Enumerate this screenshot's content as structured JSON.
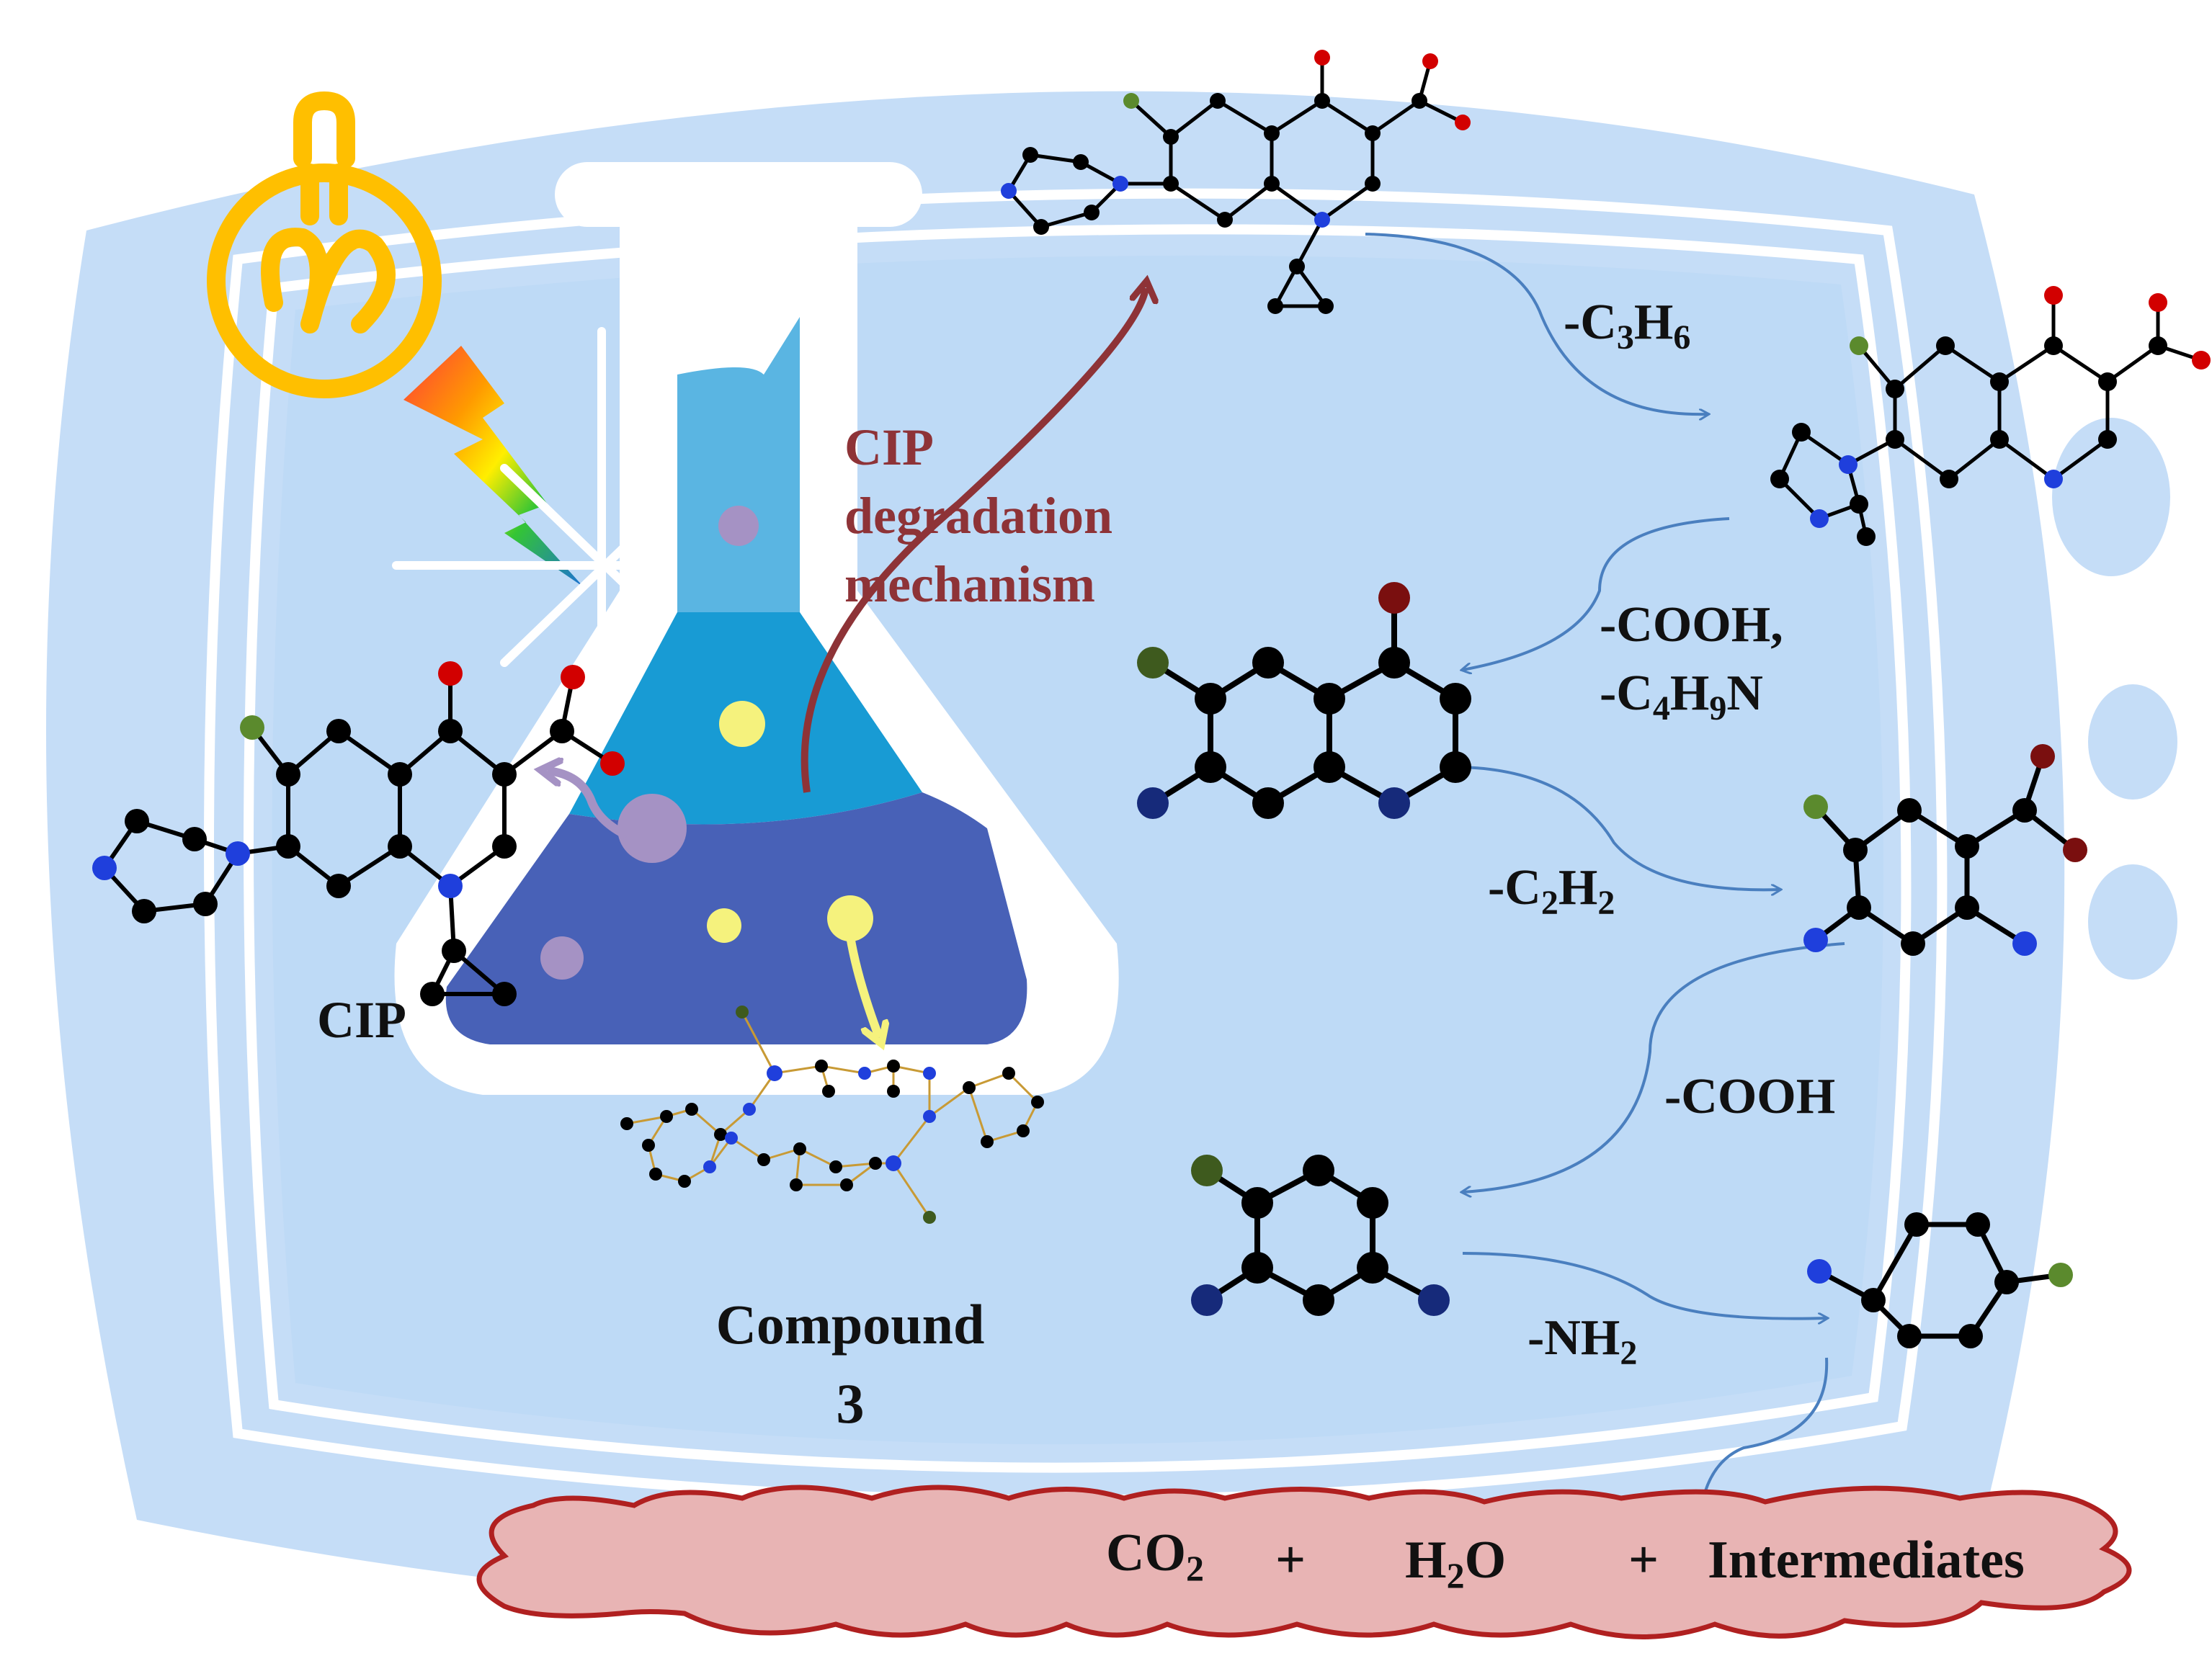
{
  "colors": {
    "bg_blue": "#c5ddf7",
    "frame_blue": "#c5ddf7",
    "window_blue": "#bedaf6",
    "arrow_blue": "#4a7fbf",
    "arrow_red": "#8e3337",
    "atom_c": "#000000",
    "atom_o": "#d20000",
    "atom_o_dark": "#7a0f0f",
    "atom_n": "#1f3fdc",
    "atom_n_dark": "#162a7a",
    "atom_f": "#5b8a2d",
    "atom_f_dark": "#3e5a1e",
    "cloud_fill": "#e8b4b4",
    "cloud_edge": "#b02020",
    "bulb": "#ffbf00",
    "flask_top": "#5ab5e2",
    "flask_mid": "#189bd4",
    "flask_bottom": "#4861b7"
  },
  "icons": [
    "light-bulb-icon",
    "lightning-bolt-icon",
    "sparkle-icon",
    "conical-flask-icon"
  ],
  "labels": {
    "cip": "CIP",
    "compound": "Compound",
    "compound_no": "3",
    "mechanism_1": "CIP",
    "mechanism_2": "degradation",
    "mechanism_3": "mechanism"
  },
  "steps": {
    "s1": {
      "prefix": "-C",
      "sub1": "3",
      "mid": "H",
      "sub2": "6"
    },
    "s2a": "-COOH,",
    "s2b": {
      "prefix": "-C",
      "sub1": "4",
      "mid": "H",
      "sub2": "9",
      "suffix": "N"
    },
    "s3": {
      "prefix": "-C",
      "sub1": "2",
      "mid": "H",
      "sub2": "2"
    },
    "s4": "-COOH",
    "s5": {
      "prefix": "-NH",
      "sub1": "2"
    }
  },
  "products": {
    "co2": {
      "main": "CO",
      "sub": "2"
    },
    "plus1": "+",
    "h2o": {
      "a": "H",
      "sub": "2",
      "b": "O"
    },
    "plus2": "+",
    "intermediates": "Intermediates"
  }
}
